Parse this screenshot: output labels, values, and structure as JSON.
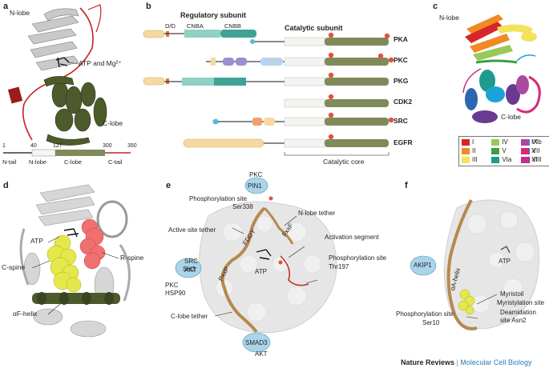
{
  "panels": {
    "a": "a",
    "b": "b",
    "c": "c",
    "d": "d",
    "e": "e",
    "f": "f"
  },
  "panel_a": {
    "n_lobe": "N-lobe",
    "atp_mg": "ATP and Mg²⁺",
    "c_lobe": "C-lobe",
    "ticks": [
      "1",
      "40",
      "127",
      "300",
      "350"
    ],
    "segments": [
      "N-tail",
      "N-lobe",
      "C-lobe",
      "C-tail"
    ]
  },
  "panel_b": {
    "regulatory_subunit": "Regulatory subunit",
    "catalytic_subunit": "Catalytic  subunit",
    "dd": "D/D",
    "cnba": "CNBA",
    "cnbb": "CNBB",
    "kinases": [
      "PKA",
      "PKC",
      "PKG",
      "CDK2",
      "SRC",
      "EGFR"
    ],
    "catalytic_core": "Catalytic core"
  },
  "panel_c": {
    "n_lobe": "N-lobe",
    "c_lobe": "C-lobe",
    "legend": [
      {
        "label": "I",
        "color": "#d7262b"
      },
      {
        "label": "II",
        "color": "#f08a24"
      },
      {
        "label": "III",
        "color": "#f2e35a"
      },
      {
        "label": "IV",
        "color": "#9bc85a"
      },
      {
        "label": "V",
        "color": "#3a9f44"
      },
      {
        "label": "VIa",
        "color": "#1f9b8c"
      },
      {
        "label": "VIb",
        "color": "#1aa3d8"
      },
      {
        "label": "VII",
        "color": "#2d65b1"
      },
      {
        "label": "VIII",
        "color": "#6a3a93"
      },
      {
        "label": "IX",
        "color": "#a94aa0"
      },
      {
        "label": "X",
        "color": "#d8297c"
      },
      {
        "label": "XI",
        "color": "#c22f8d"
      }
    ]
  },
  "panel_d": {
    "atp": "ATP",
    "c_spine": "C-spine",
    "r_spine": "R-spine",
    "af_helix": "αF-helix"
  },
  "panel_e": {
    "pkc": "PKC",
    "pin1": "PIN1",
    "phos_site_1": "Phosphorylation site",
    "ser338": "Ser338",
    "n_lobe_tether": "N-lobe tether",
    "active_site_tether": "Active site tether",
    "fddy": "FDDY",
    "fxxf": "FxxF",
    "activation_segment": "Activation segment",
    "src": "SRC",
    "akt": "AKT",
    "sh3": "SH3",
    "pkc2": "PKC",
    "hsp90": "HSP90",
    "pxxp": "PxxP",
    "atp": "ATP",
    "phos_site_2": "Phosphorylation site",
    "thr197": "Thr197",
    "c_lobe_tether": "C-lobe tether",
    "smad3": "SMAD3",
    "akt2": "AKT"
  },
  "panel_f": {
    "akip1": "AKIP1",
    "ah_helix": "αA-helix",
    "atp": "ATP",
    "myristoil": "Myristoil",
    "myristylation_site": "Myristylation site",
    "deamidation_site": "Deamidation",
    "asn2": "site Asn2",
    "phos_site": "Phosphorylation site",
    "ser10": "Ser10"
  },
  "footer": {
    "journal": "Nature Reviews",
    "separator": "|",
    "subjournal": "Molecular Cell Biology"
  },
  "colors": {
    "domain_yellow": "#f6d9a0",
    "cnb_teal": "#8fd1c4",
    "cnb_teal_dark": "#3fa394",
    "catalytic_white": "#f3f3f0",
    "catalytic_green": "#7f8a5a",
    "phos_red": "#e2533a",
    "blob_blue": "#a9d4ea",
    "tether_brown": "#b5894e",
    "surface_grey": "#e4e4e4",
    "olive": "#4d5a2c"
  }
}
